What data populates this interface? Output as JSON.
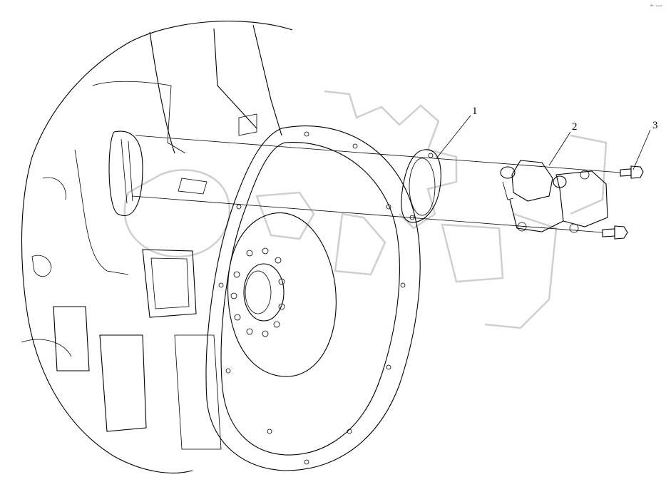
{
  "diagram": {
    "callouts": [
      {
        "id": "1",
        "label": "1"
      },
      {
        "id": "2",
        "label": "2"
      },
      {
        "id": "3",
        "label": "3"
      }
    ],
    "corner_mark": "a← ===",
    "colors": {
      "line": "#000000",
      "watermark": "#cfcfcf",
      "background": "#ffffff"
    }
  }
}
